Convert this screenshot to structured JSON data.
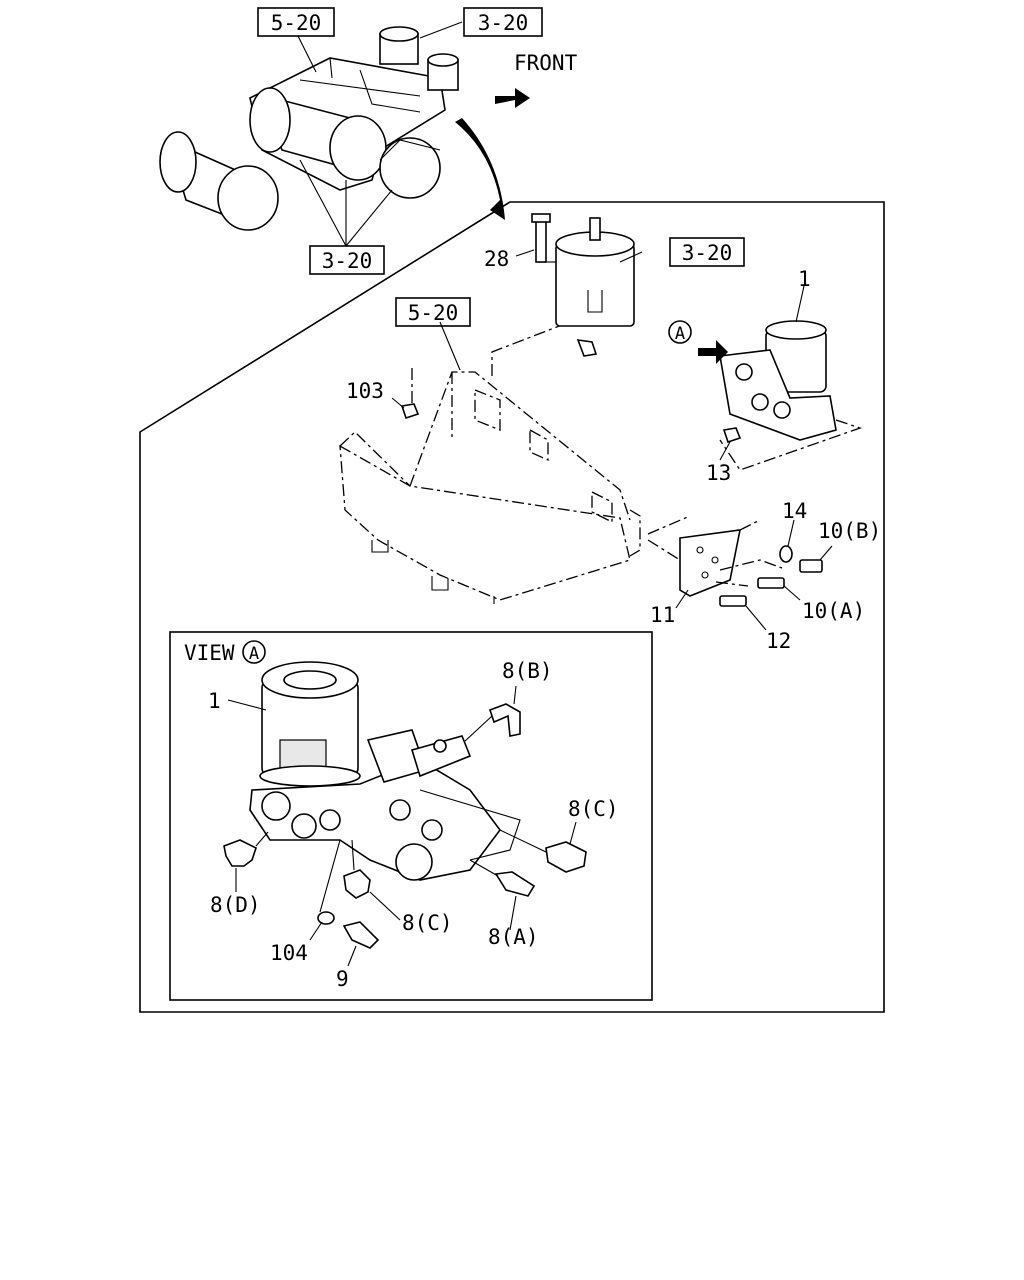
{
  "overview": {
    "ref_tank_top": "5-20",
    "ref_filter_top": "3-20",
    "ref_tanks_bottom": "3-20",
    "front_label": "FRONT"
  },
  "main": {
    "ref_filter": "3-20",
    "ref_bracket": "5-20",
    "parts": {
      "p1": "1",
      "p28": "28",
      "p103": "103",
      "p13": "13",
      "p14": "14",
      "p10b": "10(B)",
      "p10a": "10(A)",
      "p11": "11",
      "p12": "12"
    },
    "view_marker": "A"
  },
  "view_a": {
    "title": "VIEW",
    "marker": "A",
    "parts": {
      "p1": "1",
      "p8b": "8(B)",
      "p8c_right": "8(C)",
      "p8d": "8(D)",
      "p8c_bottom": "8(C)",
      "p8a": "8(A)",
      "p104": "104",
      "p9": "9"
    }
  }
}
